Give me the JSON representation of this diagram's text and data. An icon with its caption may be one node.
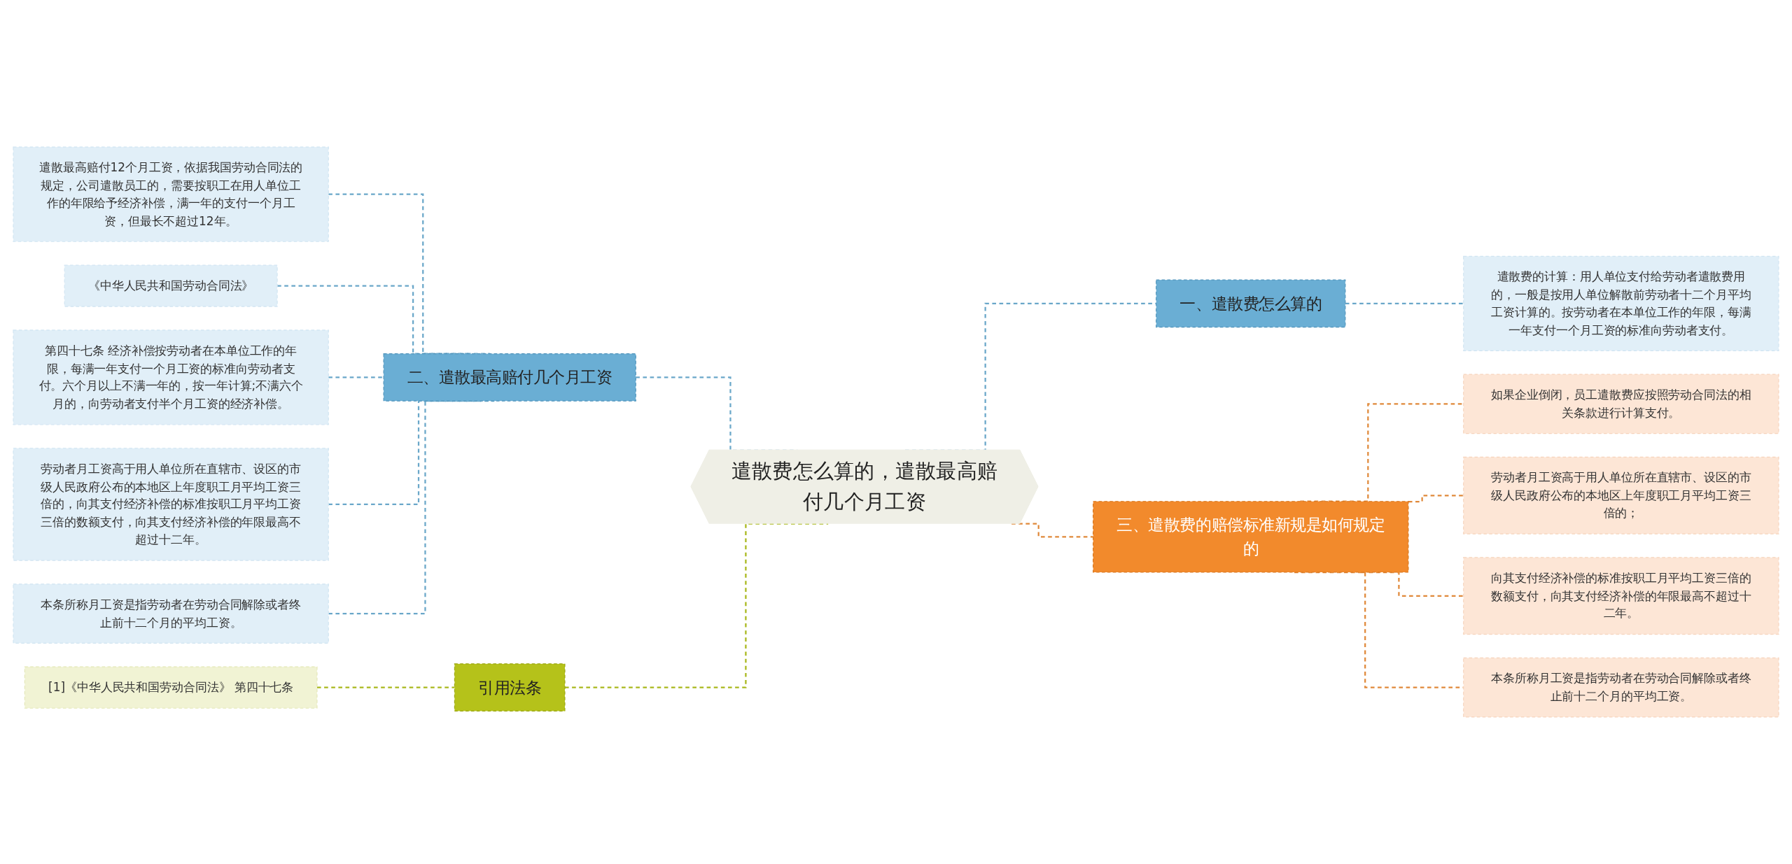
{
  "diagram": {
    "nodes": [
      {
        "text": [
          "遣散费怎么算的，遣散最高赔付几个月工资"
        ]
      },
      {
        "text": [
          "二、遣散最高赔付几个月工资"
        ]
      },
      {
        "text": [
          "遣散最高赔付12个月工资，依据我国劳动合同法的规定，公司遣散员工的，需要按职工在用人单位工作的年限给予经济补偿，满一年的支付一个月工资，但最长不超过12年。"
        ]
      },
      {
        "text": [
          "《中华人民共和国劳动合同法》"
        ]
      },
      {
        "text": [
          "第四十七条 经济补偿按劳动者在本单位工作的年限，每满一年支付一个月工资的标准向劳动者支付。六个月以上不满一年的，按一年计算;不满六个月的，向劳动者支付半个月工资的经济补偿。"
        ]
      },
      {
        "text": [
          "劳动者月工资高于用人单位所在直辖市、设区的市级人民政府公布的本地区上年度职工月平均工资三倍的，向其支付经济补偿的标准按职工月平均工资三倍的数额支付，向其支付经济补偿的年限最高不超过十二年。"
        ]
      },
      {
        "text": [
          "本条所称月工资是指劳动者在劳动合同解除或者终止前十二个月的平均工资。"
        ]
      },
      {
        "text": [
          "引用法条"
        ]
      },
      {
        "text": [
          "[1]《中华人民共和国劳动合同法》 第四十七条"
        ]
      },
      {
        "text": [
          "一、遣散费怎么算的"
        ]
      },
      {
        "text": [
          "遣散费的计算：用人单位支付给劳动者遣散费用的，一般是按用人单位解散前劳动者十二个月平均工资计算的。按劳动者在本单位工作的年限，每满一年支付一个月工资的标准向劳动者支付。"
        ]
      },
      {
        "text": [
          "三、遣散费的赔偿标准新规是如何规定的"
        ]
      },
      {
        "text": [
          "如果企业倒闭，员工遣散费应按照劳动合同法的相关条款进行计算支付。"
        ]
      },
      {
        "text": [
          "劳动者月工资高于用人单位所在直辖市、设区的市级人民政府公布的本地区上年度职工月平均工资三倍的；"
        ]
      },
      {
        "text": [
          "向其支付经济补偿的标准按职工月平均工资三倍的数额支付，向其支付经济补偿的年限最高不超过十二年。"
        ]
      },
      {
        "text": [
          "本条所称月工资是指劳动者在劳动合同解除或者终止前十二个月的平均工资。"
        ]
      }
    ],
    "edges": [
      {
        "from": 0,
        "to": 1,
        "arrow": "none",
        "style": "dashed"
      },
      {
        "from": 1,
        "to": 2,
        "arrow": "none",
        "style": "dashed"
      },
      {
        "from": 1,
        "to": 3,
        "arrow": "none",
        "style": "dashed"
      },
      {
        "from": 1,
        "to": 4,
        "arrow": "none",
        "style": "dashed"
      },
      {
        "from": 1,
        "to": 5,
        "arrow": "none",
        "style": "dashed"
      },
      {
        "from": 1,
        "to": 6,
        "arrow": "none",
        "style": "dashed"
      },
      {
        "from": 0,
        "to": 7,
        "arrow": "none",
        "style": "dashed",
        "color": "#a9b81c"
      },
      {
        "from": 7,
        "to": 8,
        "arrow": "none",
        "style": "dashed",
        "color": "#a9b81c"
      },
      {
        "from": 0,
        "to": 9,
        "arrow": "none",
        "style": "dashed"
      },
      {
        "from": 9,
        "to": 10,
        "arrow": "none",
        "style": "dashed"
      },
      {
        "from": 0,
        "to": 11,
        "arrow": "none",
        "style": "dashed",
        "color": "#e0893a"
      },
      {
        "from": 11,
        "to": 12,
        "arrow": "none",
        "style": "dashed",
        "color": "#e0893a"
      },
      {
        "from": 11,
        "to": 13,
        "arrow": "none",
        "style": "dashed",
        "color": "#e0893a"
      },
      {
        "from": 11,
        "to": 14,
        "arrow": "none",
        "style": "dashed",
        "color": "#e0893a"
      },
      {
        "from": 11,
        "to": 15,
        "arrow": "none",
        "style": "dashed",
        "color": "#e0893a"
      }
    ]
  }
}
